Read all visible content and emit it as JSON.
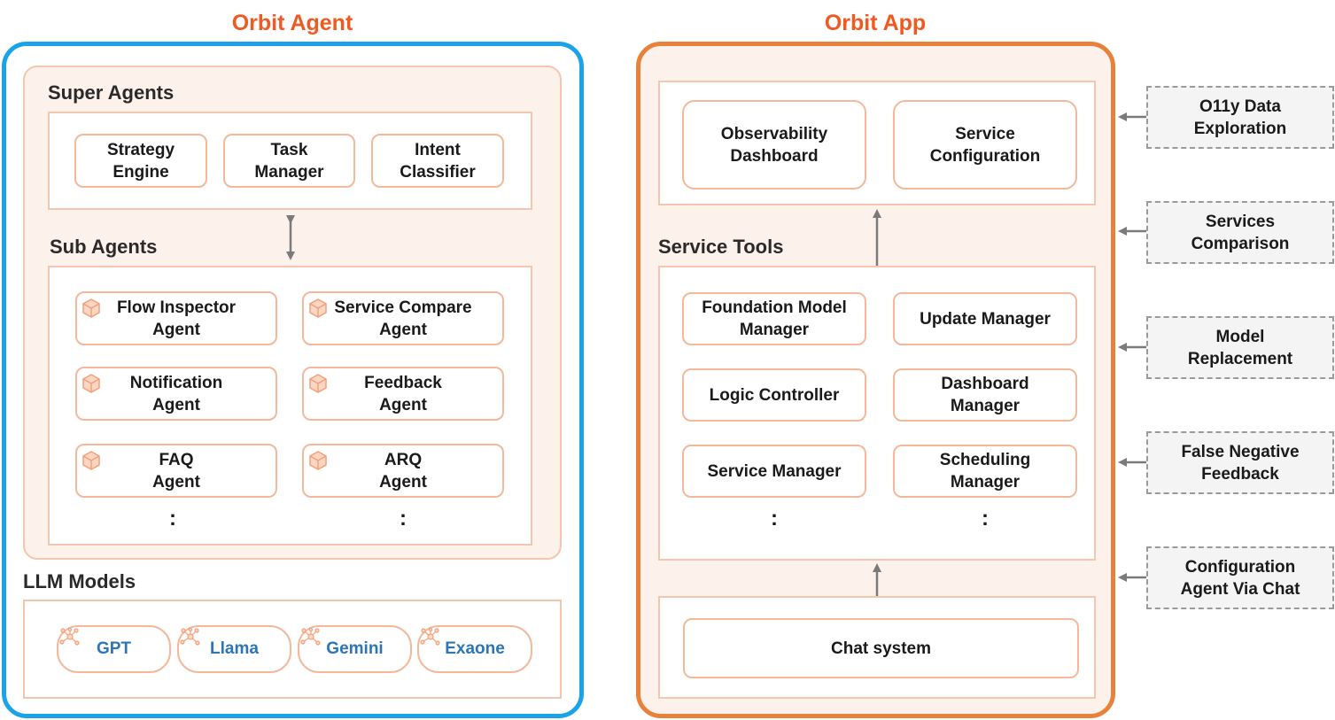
{
  "orbit_agent": {
    "title": "Orbit Agent",
    "super_agents": {
      "label": "Super Agents",
      "items": [
        "Strategy\nEngine",
        "Task\nManager",
        "Intent\nClassifier"
      ]
    },
    "sub_agents": {
      "label": "Sub Agents",
      "items": [
        "Flow Inspector\nAgent",
        "Service Compare\nAgent",
        "Notification\nAgent",
        "Feedback\nAgent",
        "FAQ\nAgent",
        "ARQ\nAgent"
      ],
      "ellipsis": ":"
    },
    "llm_models": {
      "label": "LLM Models",
      "items": [
        "GPT",
        "Llama",
        "Gemini",
        "Exaone"
      ]
    }
  },
  "orbit_app": {
    "title": "Orbit App",
    "top_items": [
      "Observability\nDashboard",
      "Service\nConfiguration"
    ],
    "service_tools": {
      "label": "Service Tools",
      "items": [
        "Foundation Model\nManager",
        "Update Manager",
        "Logic Controller",
        "Dashboard\nManager",
        "Service Manager",
        "Scheduling\nManager"
      ],
      "ellipsis": ":"
    },
    "chat_system": "Chat system"
  },
  "side_items": [
    "O11y Data\nExploration",
    "Services\nComparison",
    "Model\nReplacement",
    "False Negative\nFeedback",
    "Configuration\nAgent Via Chat"
  ],
  "colors": {
    "accent_orange": "#f05a22",
    "agent_border": "#1aa3e8",
    "app_border": "#e8823a",
    "llm_text": "#2e75b6",
    "soft_fill": "#fdf1ec"
  }
}
